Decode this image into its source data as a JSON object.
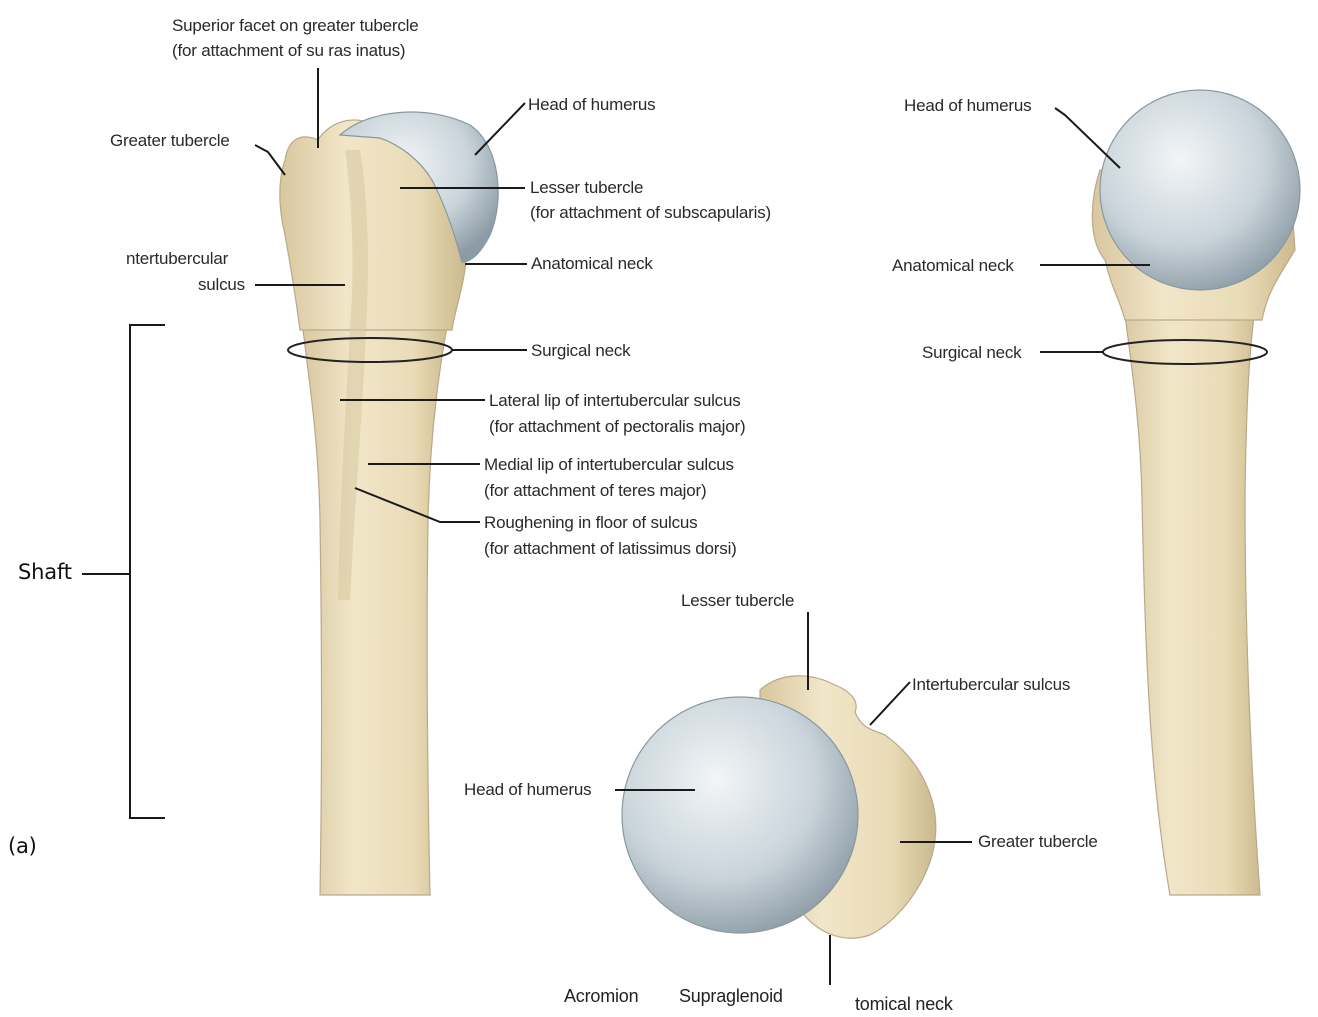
{
  "anterior_view": {
    "superior_facet_line1": "Superior facet on greater tubercle",
    "superior_facet_line2": "(for attachment of su  ras  inatus)",
    "greater_tubercle": "Greater tubercle",
    "head_of_humerus": "Head of humerus",
    "lesser_tubercle_line1": "Lesser tubercle",
    "lesser_tubercle_line2": "(for attachment of subscapularis)",
    "intertubercular_line1": "ntertubercular",
    "intertubercular_line2": "sulcus",
    "anatomical_neck": "Anatomical neck",
    "surgical_neck": "Surgical neck",
    "lateral_lip_line1": "Lateral lip of intertubercular sulcus",
    "lateral_lip_line2": "(for attachment of pectoralis major)",
    "medial_lip_line1": "Medial lip of intertubercular sulcus",
    "medial_lip_line2": "(for attachment of teres major)",
    "roughening_line1": "Roughening in floor of sulcus",
    "roughening_line2": "(for attachment of latissimus dorsi)",
    "shaft": "Shaft",
    "panel_letter": "(a)"
  },
  "posterior_view": {
    "head_of_humerus": "Head of humerus",
    "anatomical_neck": "Anatomical neck",
    "surgical_neck": "Surgical neck"
  },
  "superior_view": {
    "lesser_tubercle": "Lesser tubercle",
    "intertubercular_sulcus": "Intertubercular sulcus",
    "head_of_humerus": "Head of humerus",
    "greater_tubercle": "Greater tubercle"
  },
  "bottom_labels": {
    "acromion": "Acromion",
    "supraglenoid": "Supraglenoid",
    "anatomical_neck_partial": "tomical neck"
  },
  "colors": {
    "bone": "#ecdfbd",
    "cartilage": "#c9d4da",
    "line": "#1a1a1a"
  }
}
